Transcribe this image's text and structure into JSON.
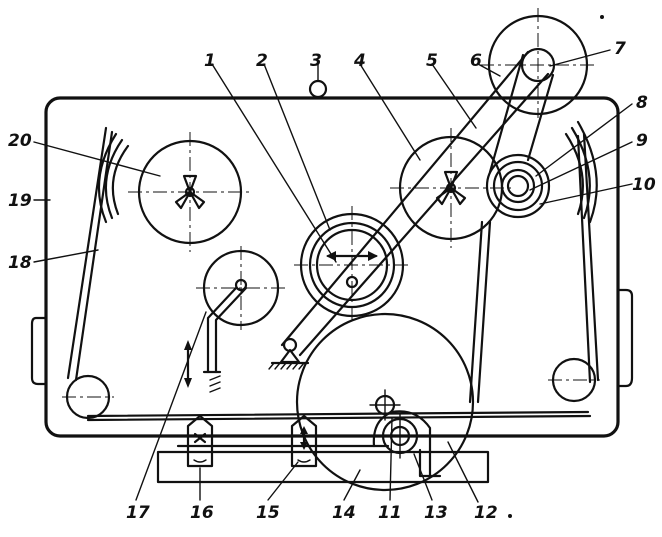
{
  "callouts": [
    {
      "id": "1",
      "text": "1"
    },
    {
      "id": "2",
      "text": "2"
    },
    {
      "id": "3",
      "text": "3"
    },
    {
      "id": "4",
      "text": "4"
    },
    {
      "id": "5",
      "text": "5"
    },
    {
      "id": "6",
      "text": "6"
    },
    {
      "id": "7",
      "text": "7"
    },
    {
      "id": "8",
      "text": "8"
    },
    {
      "id": "9",
      "text": "9"
    },
    {
      "id": "10",
      "text": "10"
    },
    {
      "id": "11",
      "text": "11"
    },
    {
      "id": "12",
      "text": "12"
    },
    {
      "id": "13",
      "text": "13"
    },
    {
      "id": "14",
      "text": "14"
    },
    {
      "id": "15",
      "text": "15"
    },
    {
      "id": "16",
      "text": "16"
    },
    {
      "id": "17",
      "text": "17"
    },
    {
      "id": "18",
      "text": "18"
    },
    {
      "id": "19",
      "text": "19"
    },
    {
      "id": "20",
      "text": "20"
    }
  ],
  "colors": {
    "ink": "#111111",
    "background": "#ffffff"
  }
}
